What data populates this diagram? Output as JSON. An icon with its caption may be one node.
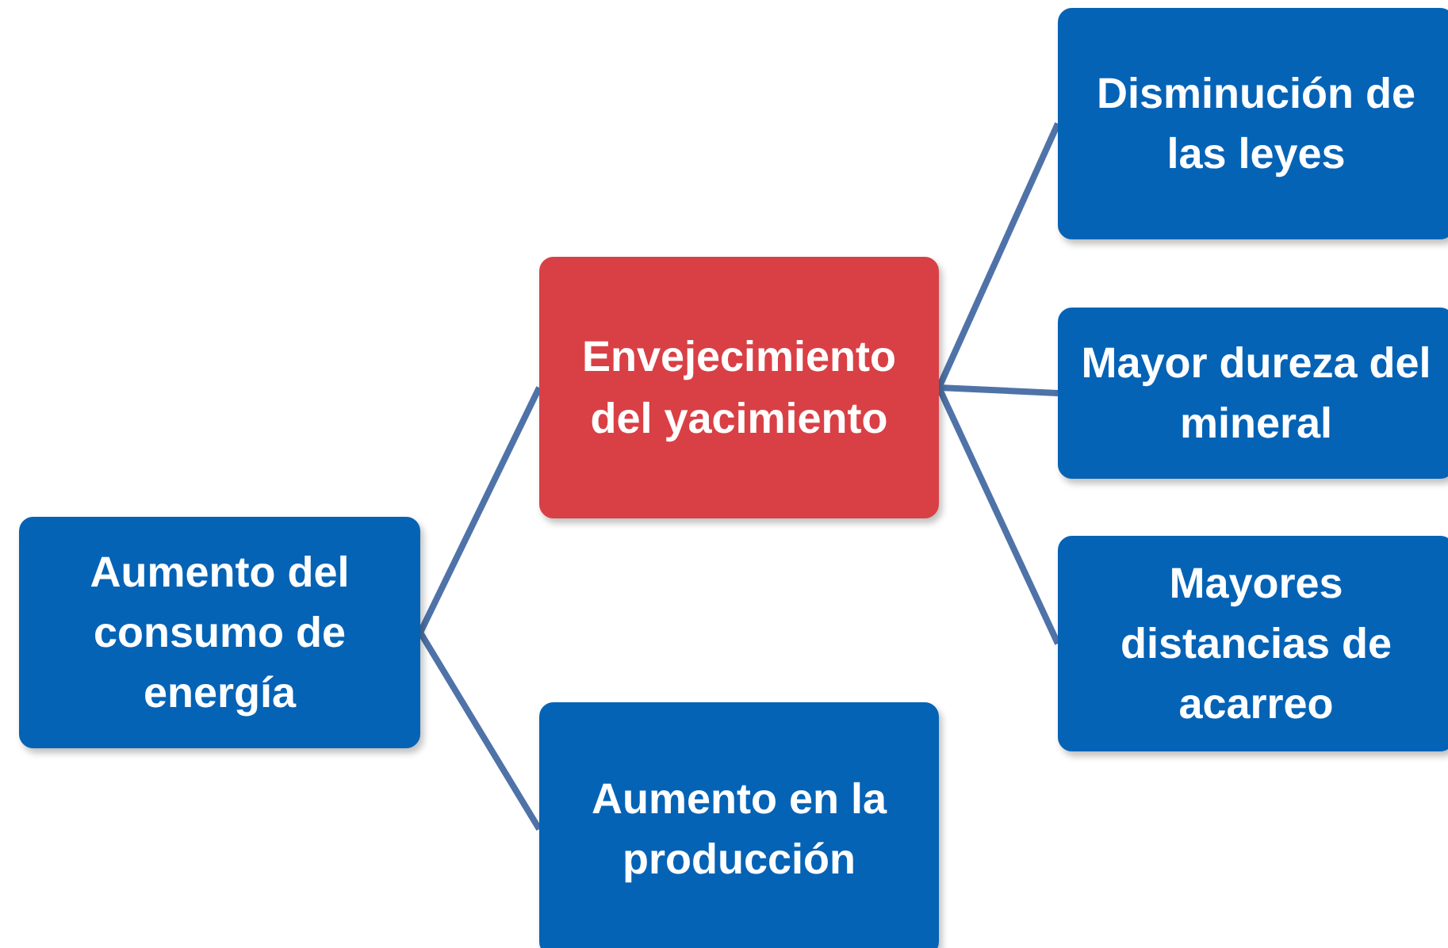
{
  "diagram": {
    "nodes": [
      {
        "text": [
          "Aumento del consumo de energía"
        ]
      },
      {
        "text": [
          "Envejecimiento del yacimiento"
        ]
      },
      {
        "text": [
          "Aumento en la producción"
        ]
      },
      {
        "text": [
          "Disminución de las leyes"
        ]
      },
      {
        "text": [
          "Mayor dureza del mineral"
        ]
      },
      {
        "text": [
          "Mayores distancias de acarreo"
        ]
      }
    ],
    "edges": [
      {
        "from": 0,
        "to": 1,
        "arrow": "none"
      },
      {
        "from": 0,
        "to": 2,
        "arrow": "none"
      },
      {
        "from": 1,
        "to": 3,
        "arrow": "none"
      },
      {
        "from": 1,
        "to": 4,
        "arrow": "none"
      },
      {
        "from": 1,
        "to": 5,
        "arrow": "none"
      }
    ]
  }
}
